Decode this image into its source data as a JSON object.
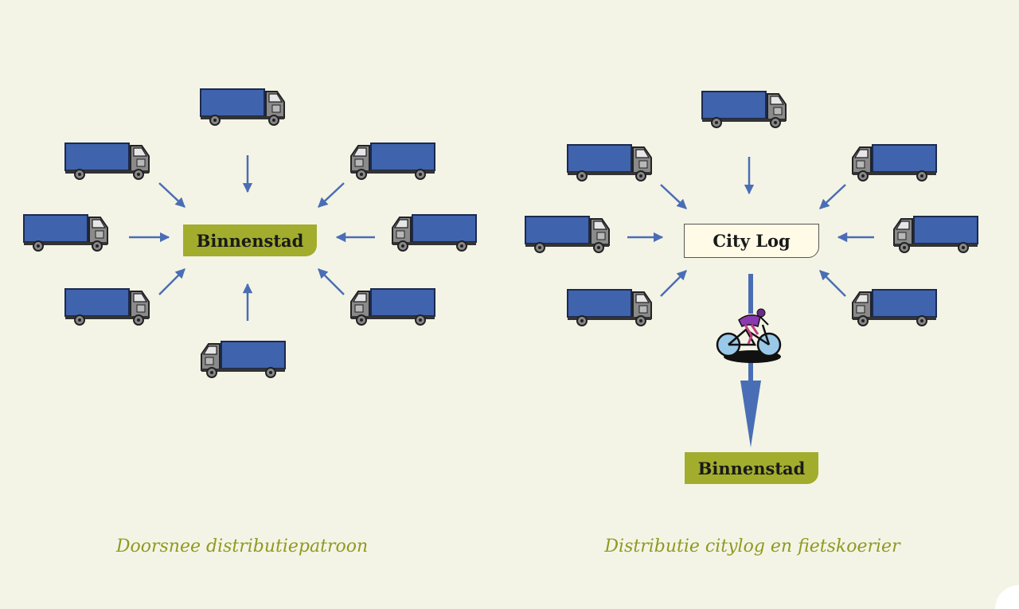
{
  "left_diagram": {
    "hub_label": "Binnenstad",
    "caption": "Doorsnee distributiepatroon"
  },
  "right_diagram": {
    "hub_label": "City Log",
    "destination_label": "Binnenstad",
    "caption": "Distributie citylog en fietskoerier"
  },
  "colors": {
    "background": "#f4f4e6",
    "arrow": "#4a6eb5",
    "truck_cargo": "#3f63ad",
    "truck_cab": "#8a8a8a",
    "hub_green": "#a2ad2d",
    "hub_cream": "#fffbe6",
    "caption": "#8f9a22"
  },
  "icons": [
    "truck-icon",
    "bicycle-courier-icon"
  ]
}
